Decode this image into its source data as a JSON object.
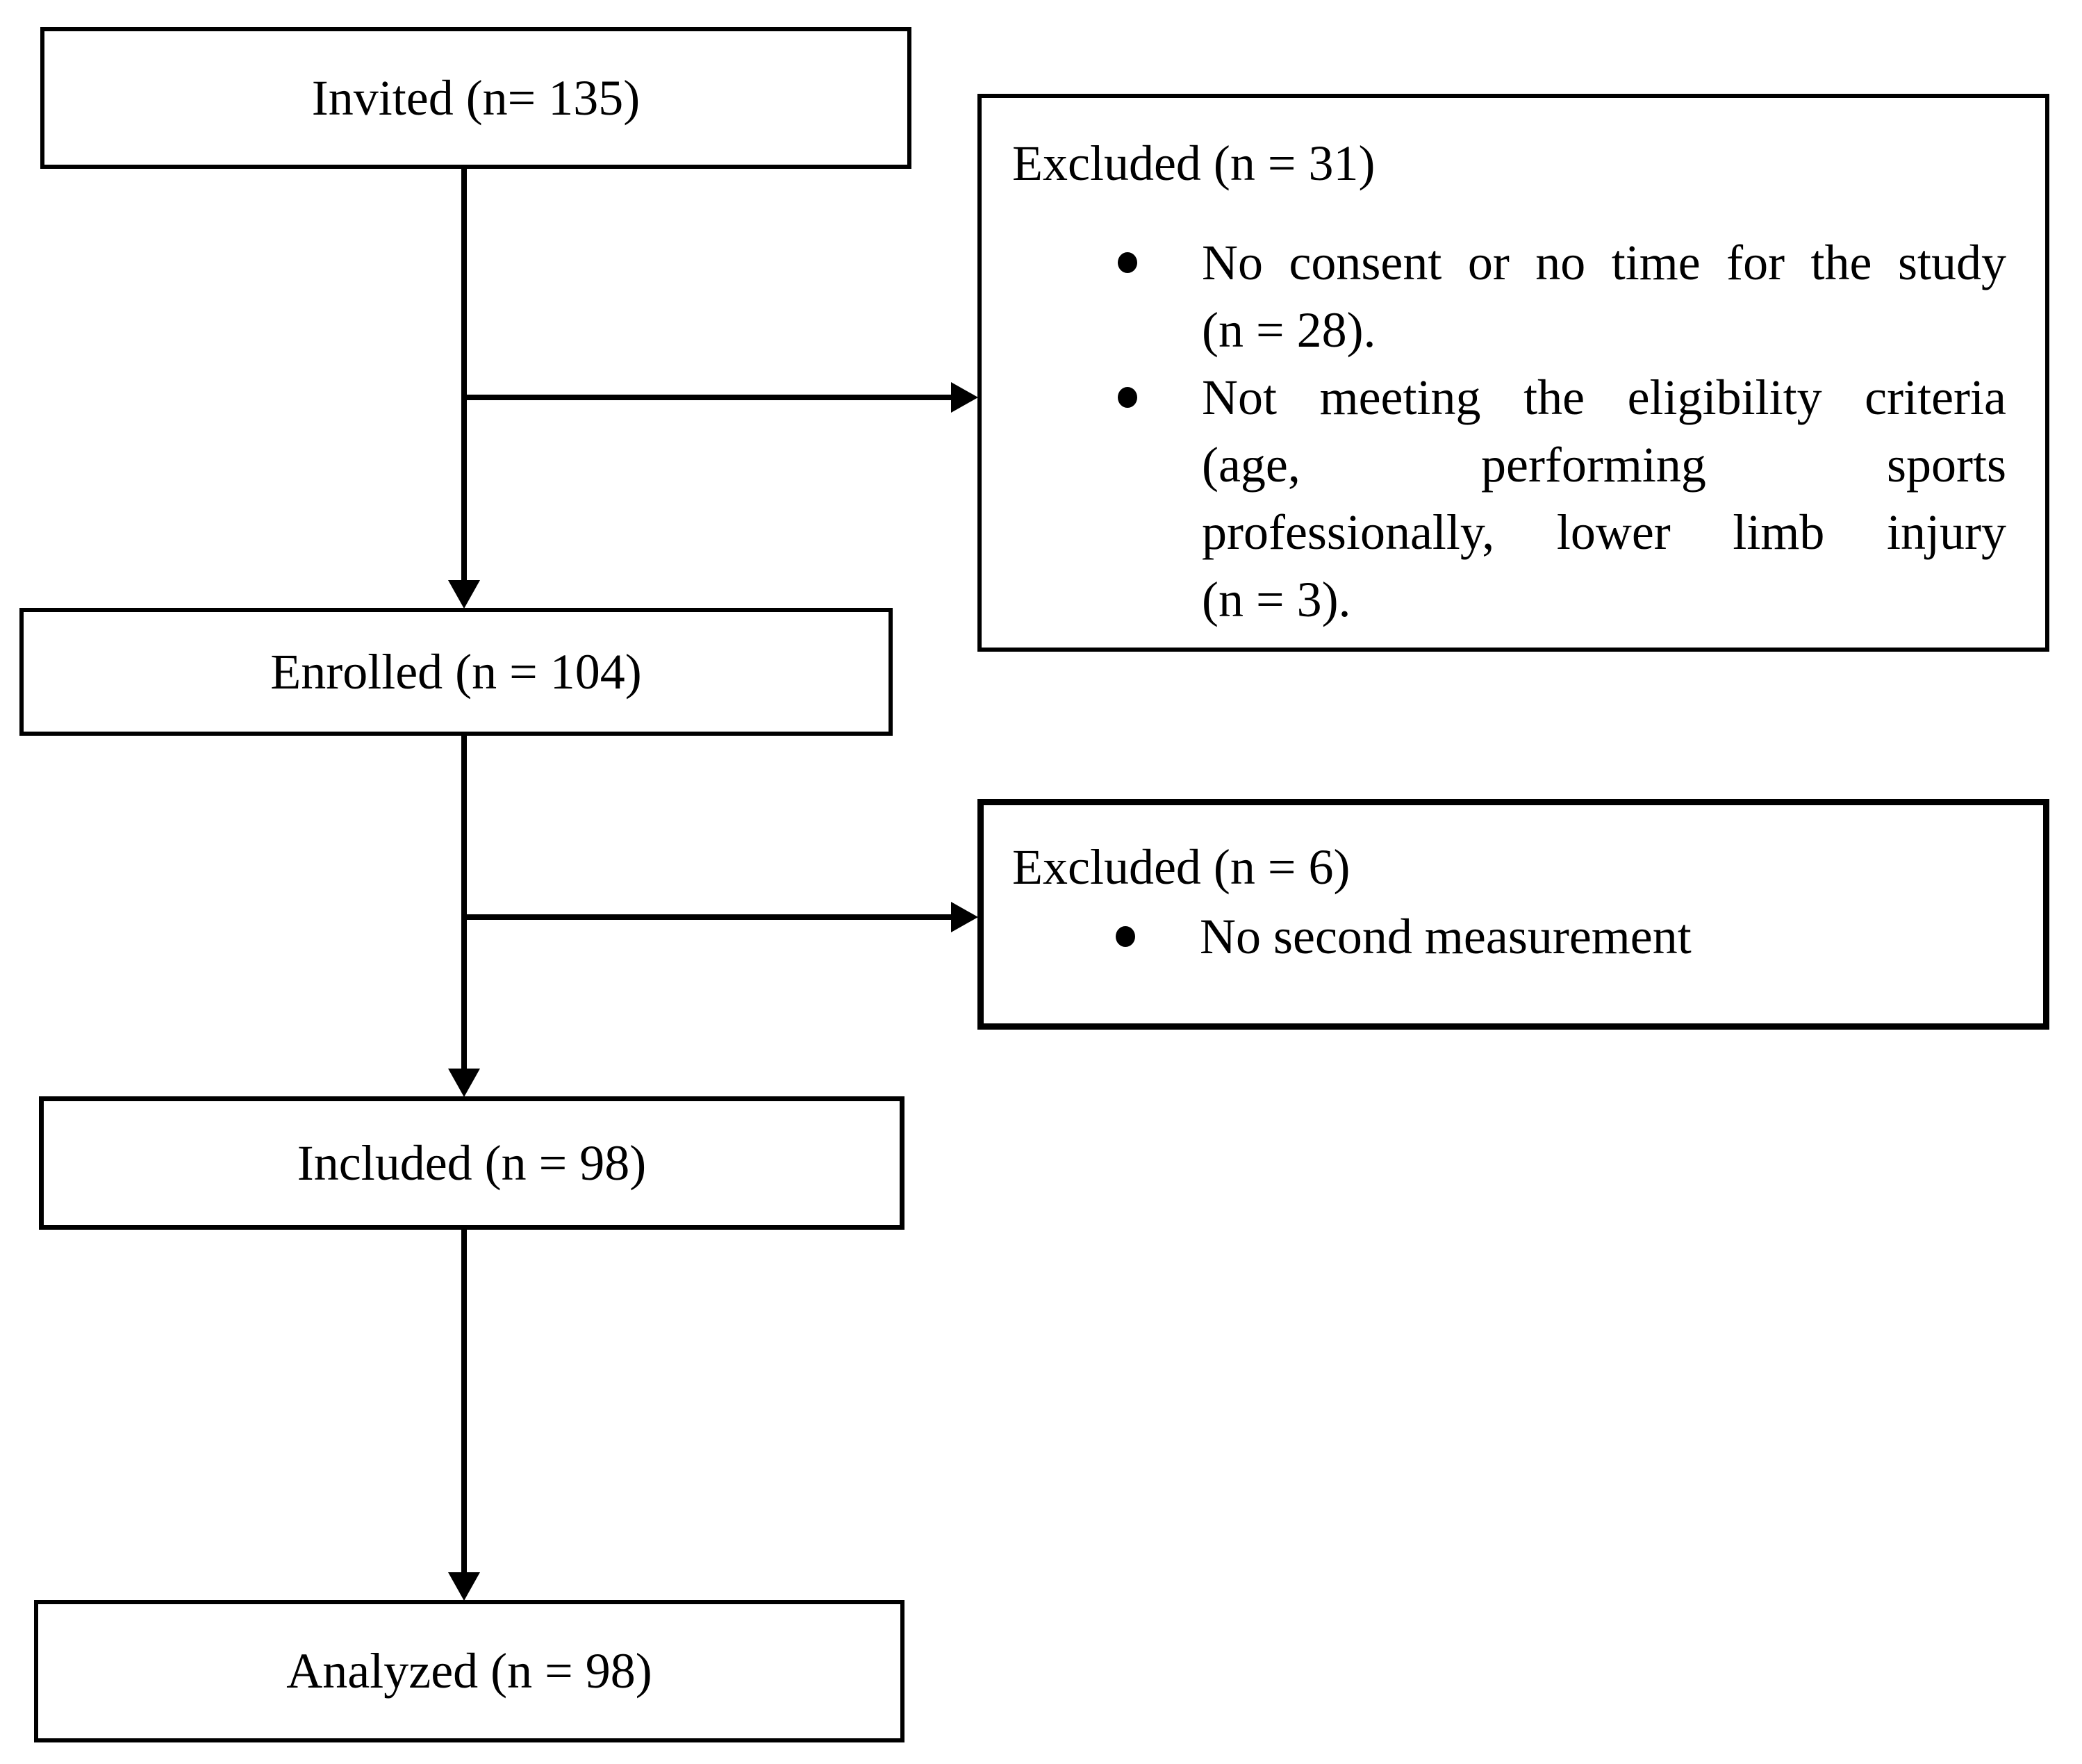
{
  "diagram": {
    "nodes": {
      "invited": {
        "label": "Invited (n= 135)"
      },
      "enrolled": {
        "label": "Enrolled (n = 104)"
      },
      "included": {
        "label": "Included (n = 98)"
      },
      "analyzed": {
        "label": "Analyzed (n = 98)"
      }
    },
    "exclusion_first": {
      "title": "Excluded (n = 31)",
      "bullet1_line1": "No consent or no time for the study",
      "bullet1_line2": "(n = 28).",
      "bullet2_line1": "Not meeting the eligibility criteria",
      "bullet2_line2": "(age, performing sports",
      "bullet2_line3": "professionally, lower limb injury",
      "bullet2_line4": "(n = 3)."
    },
    "exclusion_second": {
      "title": "Excluded (n = 6)",
      "bullet1": "No second measurement"
    },
    "colors": {
      "ink": "#000000",
      "background": "#ffffff"
    }
  }
}
